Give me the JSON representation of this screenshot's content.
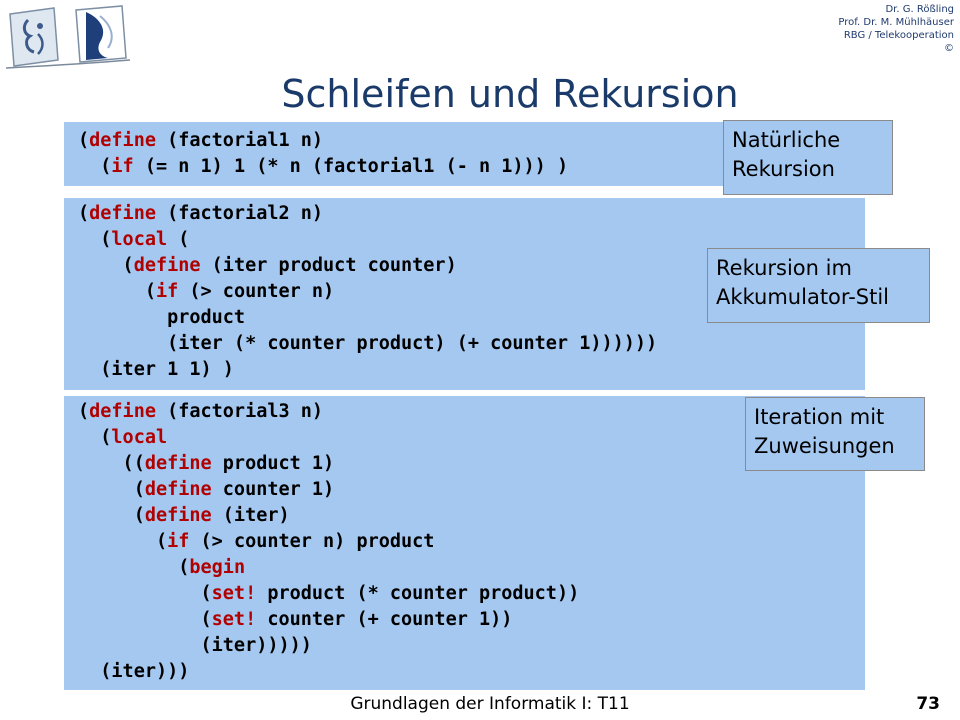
{
  "header": {
    "authors": [
      "Dr. G. Rößling",
      "Prof. Dr. M. Mühlhäuser",
      "RBG / Telekooperation",
      "©"
    ]
  },
  "slide": {
    "title": "Schleifen und Rekursion"
  },
  "code_blocks": [
    {
      "lines": [
        [
          {
            "t": "("
          },
          {
            "t": "define",
            "kw": true
          },
          {
            "t": " (factorial1 n)"
          }
        ],
        [
          {
            "t": "  ("
          },
          {
            "t": "if",
            "kw": true
          },
          {
            "t": " (= n 1) 1 (* n (factorial1 (- n 1))) )"
          }
        ]
      ]
    },
    {
      "lines": [
        [
          {
            "t": "("
          },
          {
            "t": "define",
            "kw": true
          },
          {
            "t": " (factorial2 n)"
          }
        ],
        [
          {
            "t": "  ("
          },
          {
            "t": "local",
            "kw": true
          },
          {
            "t": " ("
          }
        ],
        [
          {
            "t": "    ("
          },
          {
            "t": "define",
            "kw": true
          },
          {
            "t": " (iter product counter)"
          }
        ],
        [
          {
            "t": "      ("
          },
          {
            "t": "if",
            "kw": true
          },
          {
            "t": " (> counter n)"
          }
        ],
        [
          {
            "t": "        product"
          }
        ],
        [
          {
            "t": "        (iter (* counter product) (+ counter 1))))))"
          }
        ],
        [
          {
            "t": "  (iter 1 1) )"
          }
        ]
      ]
    },
    {
      "lines": [
        [
          {
            "t": "("
          },
          {
            "t": "define",
            "kw": true
          },
          {
            "t": " (factorial3 n)"
          }
        ],
        [
          {
            "t": "  ("
          },
          {
            "t": "local",
            "kw": true
          }
        ],
        [
          {
            "t": "    (("
          },
          {
            "t": "define",
            "kw": true
          },
          {
            "t": " product 1)"
          }
        ],
        [
          {
            "t": "     ("
          },
          {
            "t": "define",
            "kw": true
          },
          {
            "t": " counter 1)"
          }
        ],
        [
          {
            "t": "     ("
          },
          {
            "t": "define",
            "kw": true
          },
          {
            "t": " (iter)"
          }
        ],
        [
          {
            "t": "       ("
          },
          {
            "t": "if",
            "kw": true
          },
          {
            "t": " (> counter n) product"
          }
        ],
        [
          {
            "t": "         ("
          },
          {
            "t": "begin",
            "kw": true
          }
        ],
        [
          {
            "t": "           ("
          },
          {
            "t": "set!",
            "kw": true
          },
          {
            "t": " product (* counter product))"
          }
        ],
        [
          {
            "t": "           ("
          },
          {
            "t": "set!",
            "kw": true
          },
          {
            "t": " counter (+ counter 1))"
          }
        ],
        [
          {
            "t": "           (iter)))))"
          }
        ],
        [
          {
            "t": "  (iter)))"
          }
        ]
      ]
    }
  ],
  "notes": [
    {
      "lines": [
        "Natürliche",
        "Rekursion"
      ]
    },
    {
      "lines": [
        "Rekursion im",
        "Akkumulator-Stil"
      ]
    },
    {
      "lines": [
        "Iteration mit",
        "Zuweisungen"
      ]
    }
  ],
  "footer": {
    "course": "Grundlagen der Informatik I: T11",
    "page": "73"
  },
  "colors": {
    "code_background": "#a5c8f0",
    "keyword": "#b00000",
    "title": "#1a3a6a"
  }
}
